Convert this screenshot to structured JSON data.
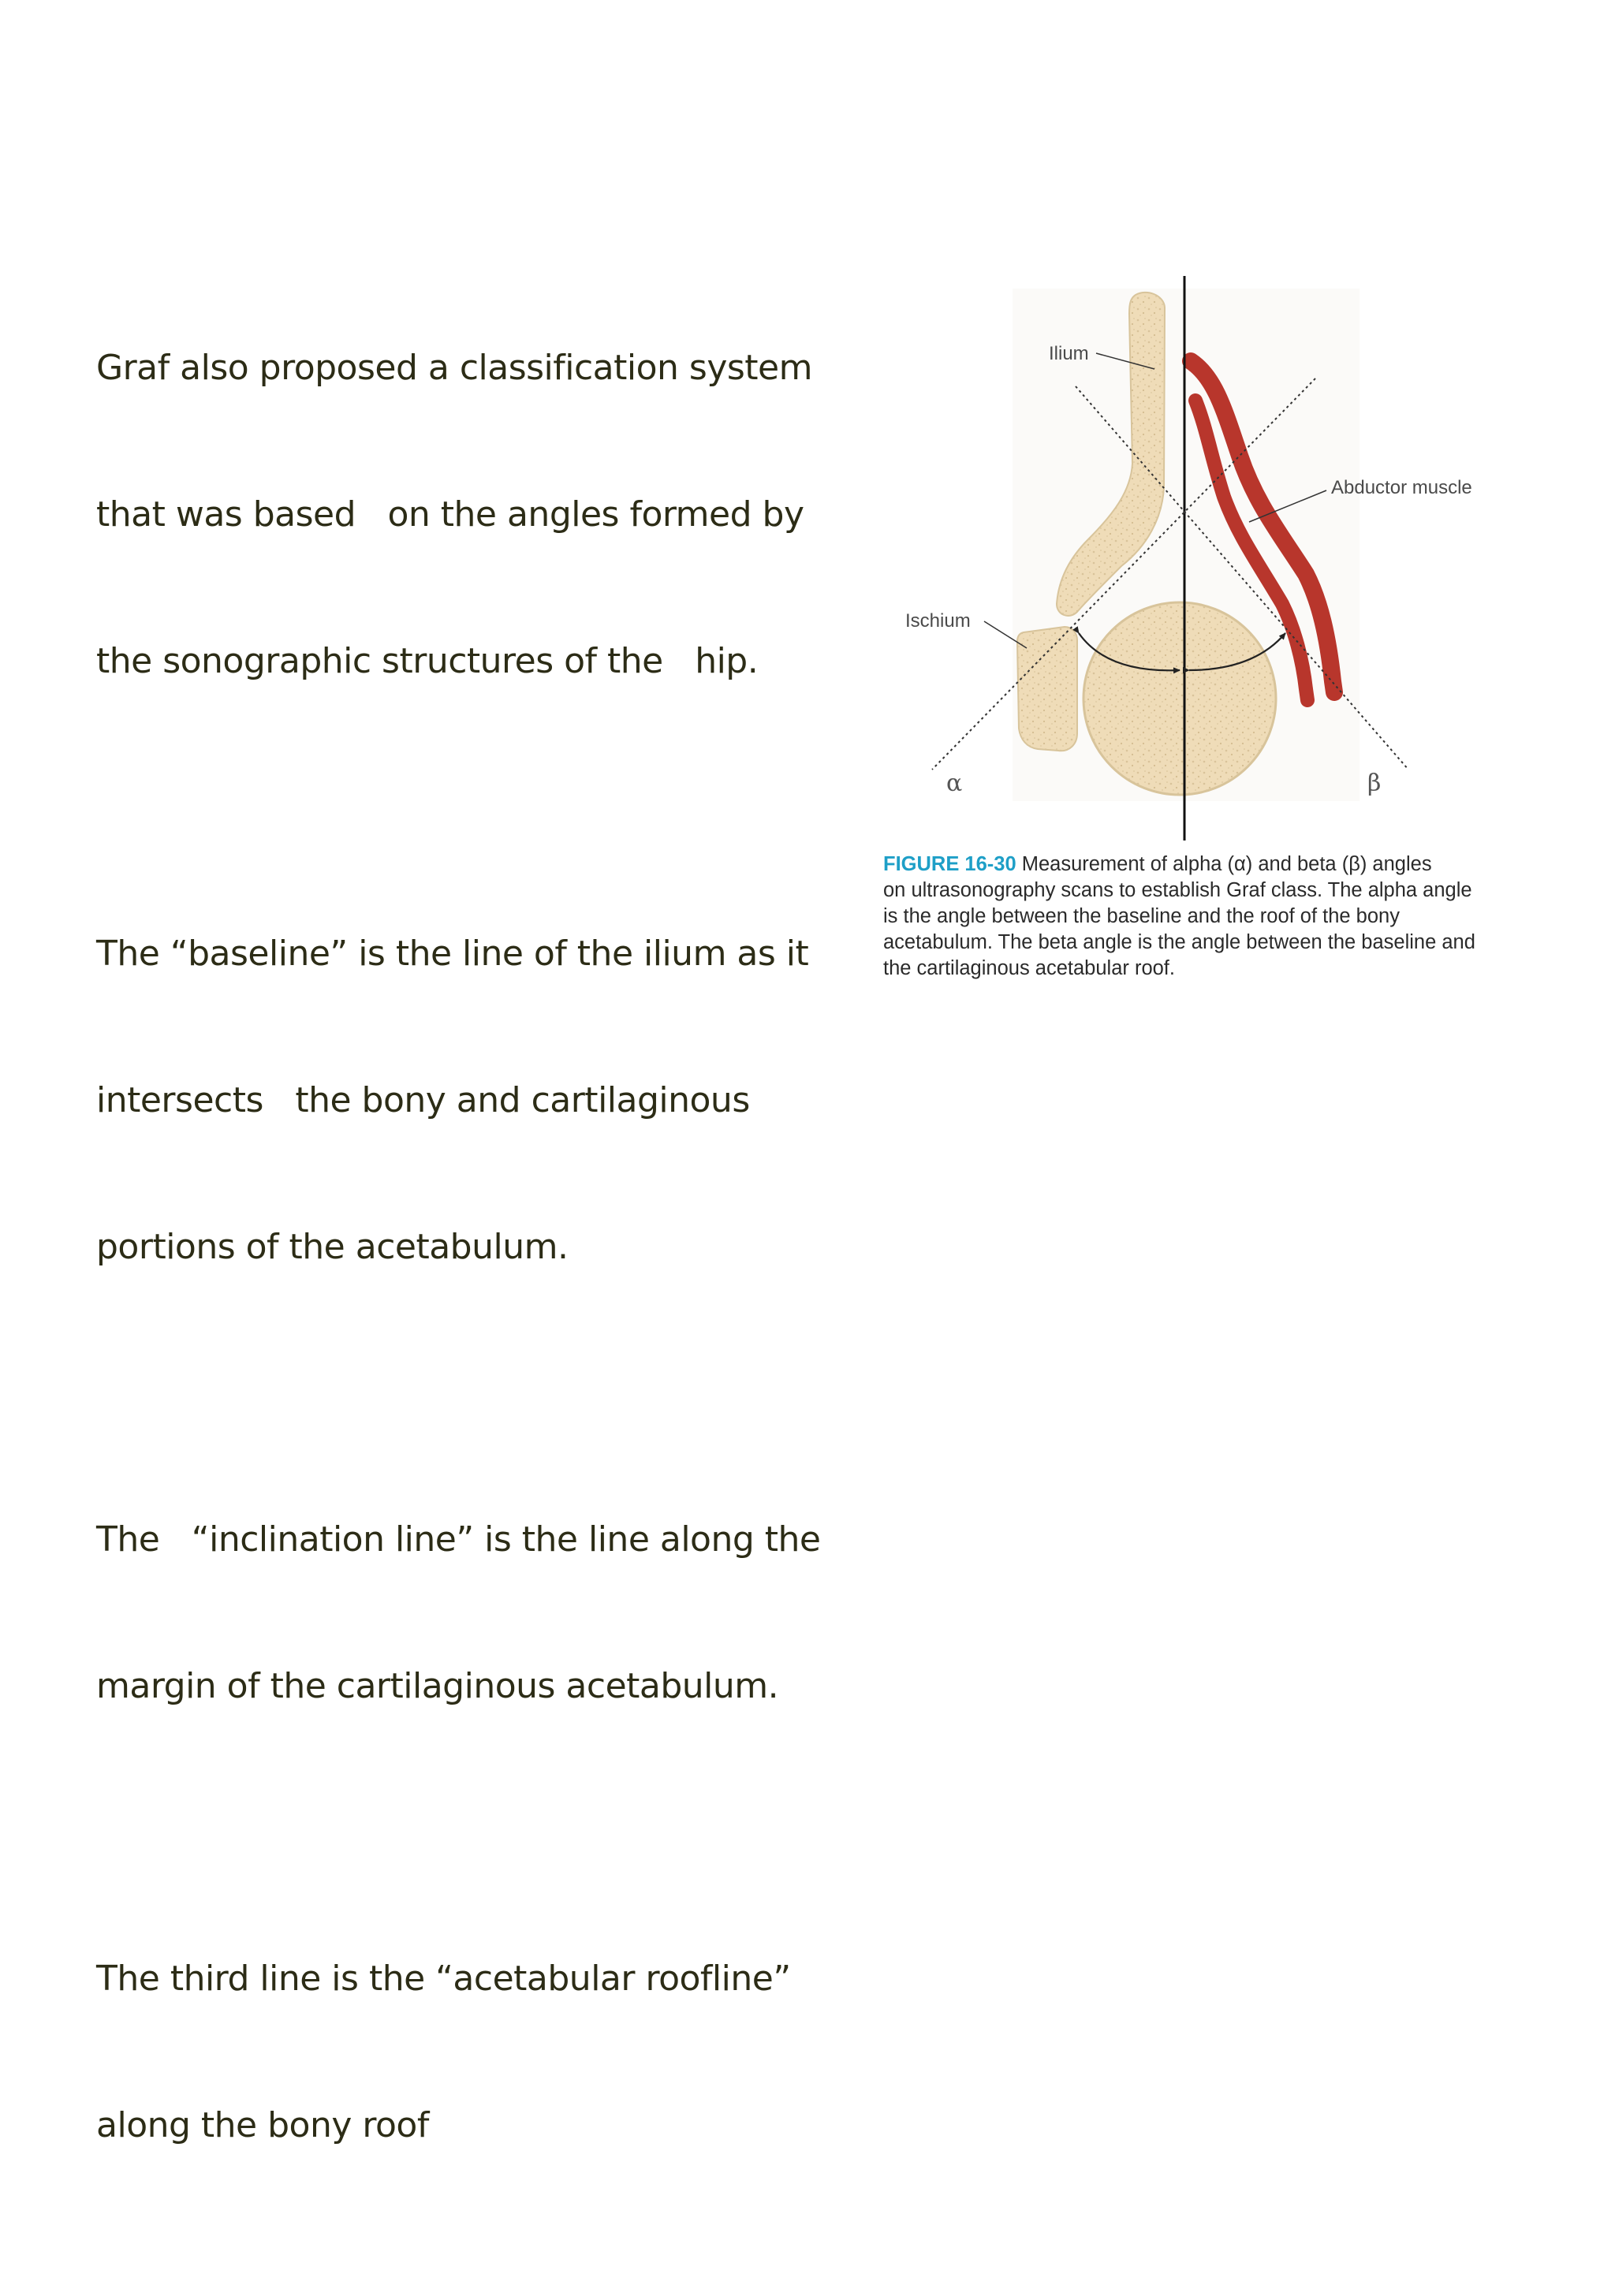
{
  "text": {
    "paragraphs": [
      {
        "lines": [
          "Graf also proposed a classification system",
          "that was based   on the angles formed by",
          "the sonographic structures of the   hip."
        ]
      },
      {
        "lines": [
          "The “baseline” is the line of the ilium as it",
          "intersects   the bony and cartilaginous",
          "portions of the acetabulum."
        ]
      },
      {
        "lines": [
          "The   “inclination line” is the line along the",
          "margin of the cartilaginous acetabulum."
        ]
      },
      {
        "lines": [
          "The third line is the “acetabular roofline”",
          "along the bony roof"
        ]
      }
    ]
  },
  "figure": {
    "labels": {
      "ilium": "Ilium",
      "abductor": "Abductor muscle",
      "ischium": "Ischium",
      "alpha": "α",
      "beta": "β"
    },
    "caption": {
      "number": "FIGURE 16-30",
      "line1_rest": " Measurement of alpha (α) and beta (β) angles",
      "lines": [
        "on ultrasonography scans to establish Graf class. The alpha angle",
        "is the angle between the baseline and the roof of the bony",
        "acetabulum. The beta angle is the angle between the baseline and",
        "the cartilaginous acetabular roof."
      ]
    },
    "colors": {
      "bone": "#efdcb8",
      "bone_outline": "#d8c49b",
      "muscle": "#b8362c",
      "caption_accent": "#1e9fc7"
    }
  }
}
